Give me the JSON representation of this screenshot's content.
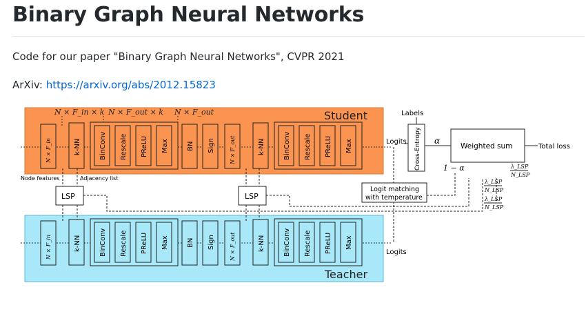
{
  "heading": "Binary Graph Neural Networks",
  "intro": "Code for our paper \"Binary Graph Neural Networks\", CVPR 2021",
  "arxiv": {
    "prefix": "ArXiv: ",
    "link_text": "https://arxiv.org/abs/2012.15823"
  },
  "diagram": {
    "student_label": "Student",
    "teacher_label": "Teacher",
    "colors": {
      "student_fill": "#fb9450",
      "teacher_fill": "#a8e8f8",
      "student_border": "#d97a30",
      "teacher_border": "#5ab8d8"
    },
    "dims": {
      "d1": "N × F_in × k",
      "d2": "N × F_out × k",
      "d3": "N × F_out"
    },
    "nodes_in": "N × F_in",
    "nodes_out": "N × F_out",
    "knn": "k-NN",
    "block": [
      "BinConv",
      "Rescale",
      "PReLU",
      "Max"
    ],
    "bn": "BN",
    "sign": "Sign",
    "lsp": "LSP",
    "logits": "Logits",
    "labels": "Labels",
    "cross_entropy": "Cross-Entropy",
    "logit_matching": [
      "Logit matching",
      "with temperature"
    ],
    "weighted_sum": "Weighted sum",
    "total_loss": "Total loss",
    "alpha": "α",
    "one_minus_alpha": "1 − α",
    "lambda_num": "λ_LSP",
    "lambda_den": "N_LSP",
    "node_features": "Node features",
    "adjacency_list": "Adjacency list"
  }
}
